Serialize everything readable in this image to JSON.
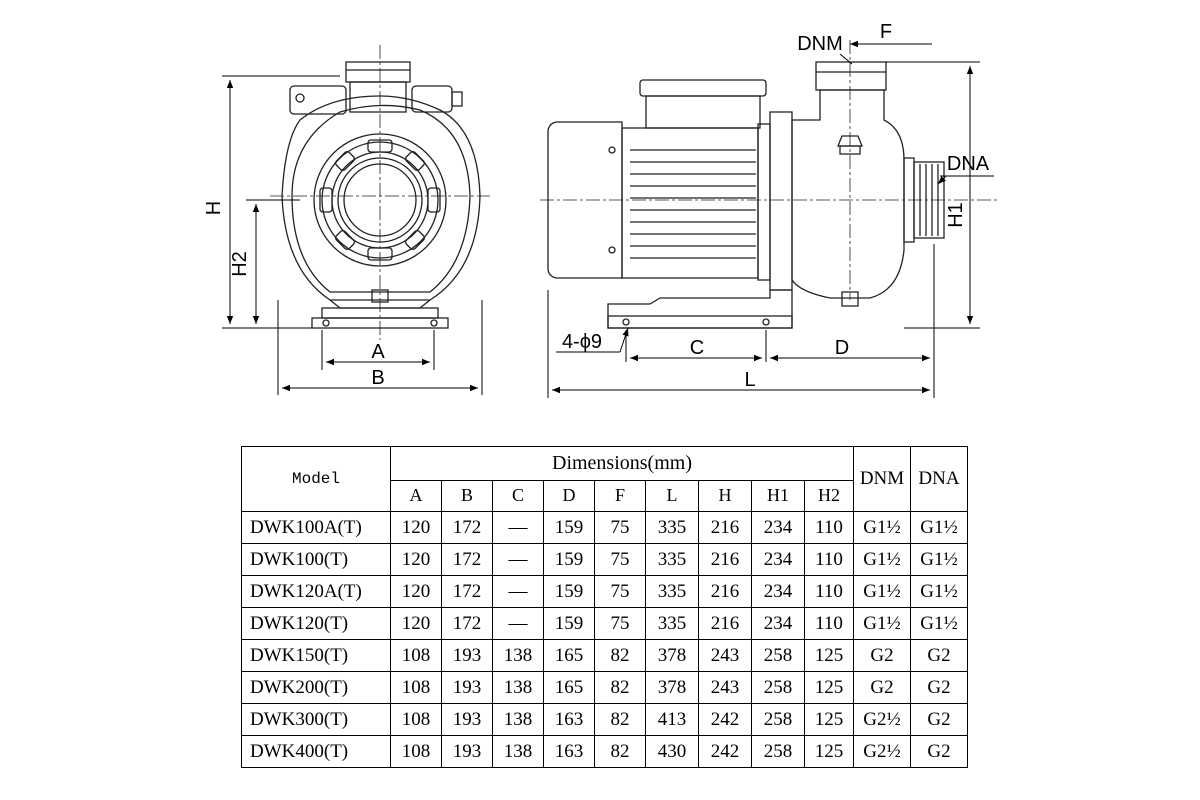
{
  "drawing_labels": {
    "front": {
      "H": "H",
      "H2": "H2",
      "A": "A",
      "B": "B"
    },
    "side": {
      "DNM": "DNM",
      "F": "F",
      "DNA": "DNA",
      "H1": "H1",
      "hole": "4-ϕ9",
      "C": "C",
      "D": "D",
      "L": "L"
    }
  },
  "table": {
    "model_header": "Model",
    "dims_header": "Dimensions(mm)",
    "columns": [
      "A",
      "B",
      "C",
      "D",
      "F",
      "L",
      "H",
      "H1",
      "H2"
    ],
    "dnm_header": "DNM",
    "dna_header": "DNA",
    "rows": [
      {
        "model": "DWK100A(T)",
        "A": "120",
        "B": "172",
        "C": "—",
        "D": "159",
        "F": "75",
        "L": "335",
        "H": "216",
        "H1": "234",
        "H2": "110",
        "DNM": "G1½",
        "DNA": "G1½"
      },
      {
        "model": "DWK100(T)",
        "A": "120",
        "B": "172",
        "C": "—",
        "D": "159",
        "F": "75",
        "L": "335",
        "H": "216",
        "H1": "234",
        "H2": "110",
        "DNM": "G1½",
        "DNA": "G1½"
      },
      {
        "model": "DWK120A(T)",
        "A": "120",
        "B": "172",
        "C": "—",
        "D": "159",
        "F": "75",
        "L": "335",
        "H": "216",
        "H1": "234",
        "H2": "110",
        "DNM": "G1½",
        "DNA": "G1½"
      },
      {
        "model": "DWK120(T)",
        "A": "120",
        "B": "172",
        "C": "—",
        "D": "159",
        "F": "75",
        "L": "335",
        "H": "216",
        "H1": "234",
        "H2": "110",
        "DNM": "G1½",
        "DNA": "G1½"
      },
      {
        "model": "DWK150(T)",
        "A": "108",
        "B": "193",
        "C": "138",
        "D": "165",
        "F": "82",
        "L": "378",
        "H": "243",
        "H1": "258",
        "H2": "125",
        "DNM": "G2",
        "DNA": "G2"
      },
      {
        "model": "DWK200(T)",
        "A": "108",
        "B": "193",
        "C": "138",
        "D": "165",
        "F": "82",
        "L": "378",
        "H": "243",
        "H1": "258",
        "H2": "125",
        "DNM": "G2",
        "DNA": "G2"
      },
      {
        "model": "DWK300(T)",
        "A": "108",
        "B": "193",
        "C": "138",
        "D": "163",
        "F": "82",
        "L": "413",
        "H": "242",
        "H1": "258",
        "H2": "125",
        "DNM": "G2½",
        "DNA": "G2"
      },
      {
        "model": "DWK400(T)",
        "A": "108",
        "B": "193",
        "C": "138",
        "D": "163",
        "F": "82",
        "L": "430",
        "H": "242",
        "H1": "258",
        "H2": "125",
        "DNM": "G2½",
        "DNA": "G2"
      }
    ]
  }
}
